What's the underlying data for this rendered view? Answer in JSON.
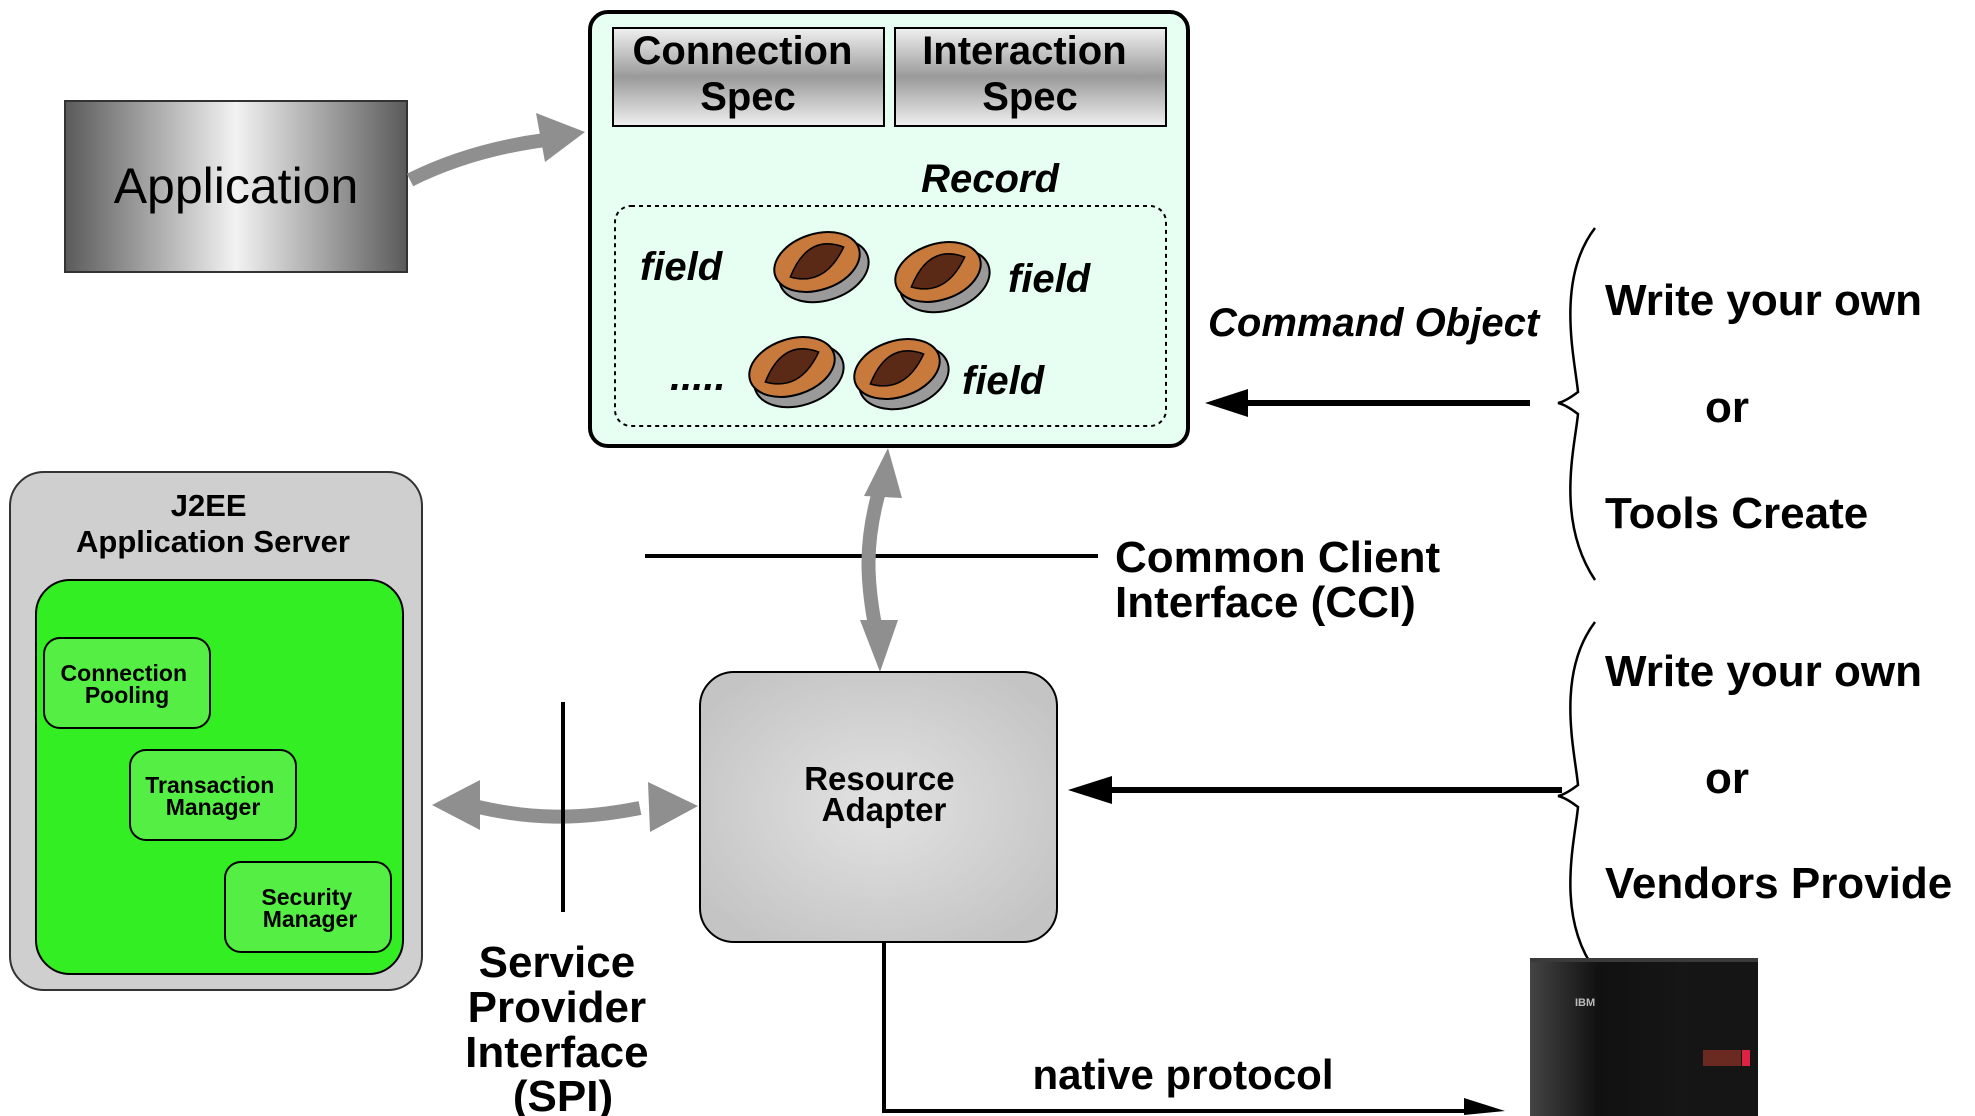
{
  "application": {
    "label": "Application"
  },
  "command_object": {
    "connection_spec": [
      "Connection",
      "Spec"
    ],
    "interaction_spec": [
      "Interaction",
      "Spec"
    ],
    "record_label": "Record",
    "fields": [
      "field",
      "field",
      "field"
    ],
    "ellipsis": ".....",
    "label": "Command Object"
  },
  "server": {
    "title": [
      "J2EE",
      "Application Server"
    ],
    "connection_pooling": [
      "Connection",
      "Pooling"
    ],
    "transaction_manager": [
      "Transaction",
      "Manager"
    ],
    "security_manager": [
      "Security",
      "Manager"
    ]
  },
  "cci": {
    "label": [
      "Common Client",
      "Interface (CCI)"
    ]
  },
  "spi": {
    "label": [
      "Service",
      "Provider",
      "Interface",
      "(SPI)"
    ]
  },
  "resource_adapter": {
    "label": [
      "Resource",
      "Adapter"
    ]
  },
  "native_protocol": {
    "label": "native protocol"
  },
  "options_top": {
    "line1": "Write your own",
    "line2": "or",
    "line3": "Tools Create"
  },
  "options_bottom": {
    "line1": "Write your own",
    "line2": "or",
    "line3": "Vendors Provide"
  },
  "mainframe": {
    "logo": "IBM"
  },
  "colors": {
    "command_bg": "#e6fff2",
    "server_outer": "#cfcfcf",
    "server_inner": "#33ee22",
    "gray_arrow": "#8f8f8f"
  }
}
